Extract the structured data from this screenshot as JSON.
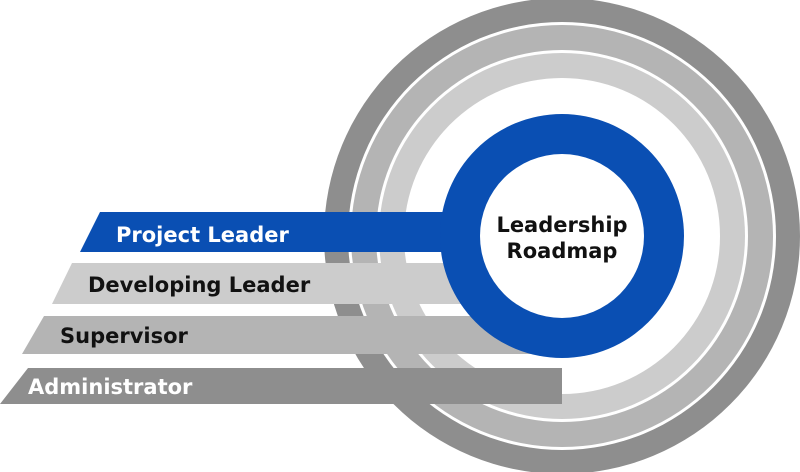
{
  "center": {
    "line1": "Leadership",
    "line2": "Roadmap"
  },
  "levels": [
    {
      "label": "Project Leader",
      "color": "#0a4fb3",
      "text_color": "#ffffff"
    },
    {
      "label": "Developing Leader",
      "color": "#cccccc",
      "text_color": "#111111"
    },
    {
      "label": "Supervisor",
      "color": "#b4b4b4",
      "text_color": "#111111"
    },
    {
      "label": "Administrator",
      "color": "#8e8e8e",
      "text_color": "#ffffff"
    }
  ],
  "colors": {
    "outer_ring": "#8e8e8e",
    "ring_2": "#b4b4b4",
    "ring_3": "#cccccc",
    "inner_ring": "#0a4fb3",
    "hub": "#ffffff"
  }
}
